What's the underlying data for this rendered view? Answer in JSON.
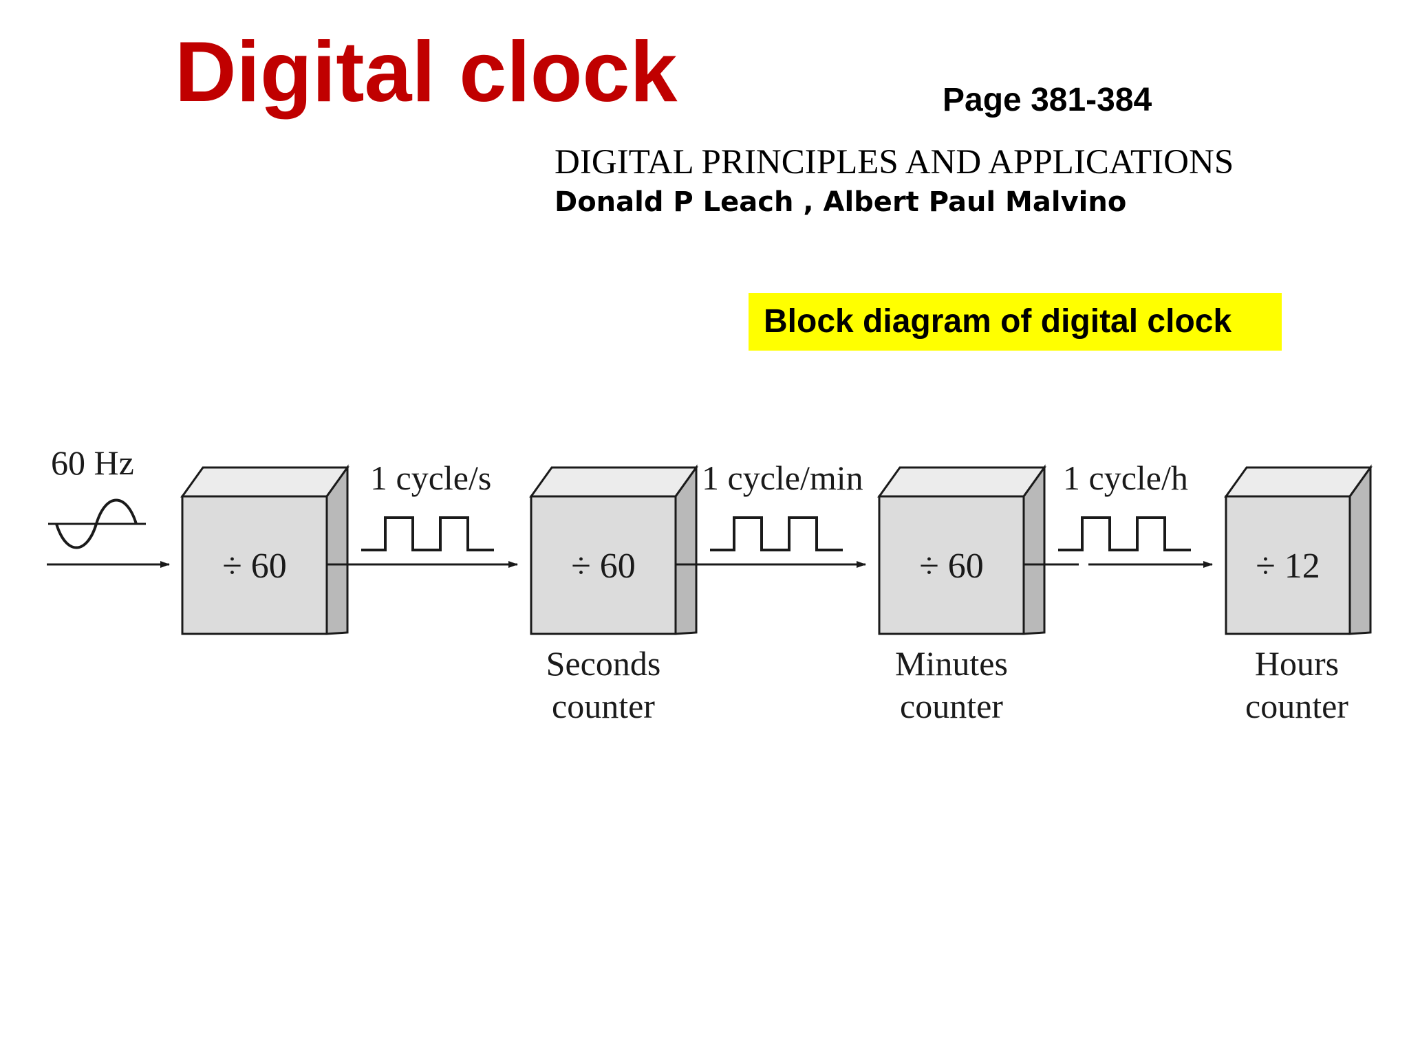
{
  "header": {
    "title": "Digital clock",
    "pages": "Page 381-384"
  },
  "reference": {
    "book_title": "DIGITAL PRINCIPLES AND APPLICATIONS",
    "authors": "Donald P Leach ,  Albert Paul Malvino"
  },
  "caption": "Block diagram of digital clock",
  "diagram": {
    "input_label": "60 Hz",
    "blocks": [
      {
        "divisor": "÷ 60",
        "label_line1": "",
        "label_line2": ""
      },
      {
        "divisor": "÷ 60",
        "label_line1": "Seconds",
        "label_line2": "counter"
      },
      {
        "divisor": "÷ 60",
        "label_line1": "Minutes",
        "label_line2": "counter"
      },
      {
        "divisor": "÷ 12",
        "label_line1": "Hours",
        "label_line2": "counter"
      }
    ],
    "signals": [
      "1 cycle/s",
      "1 cycle/min",
      "1 cycle/h"
    ],
    "colors": {
      "box_front": "#dcdcdc",
      "box_side": "#b9b9b9",
      "box_top": "#ececec",
      "line": "#1a1a1a"
    }
  }
}
